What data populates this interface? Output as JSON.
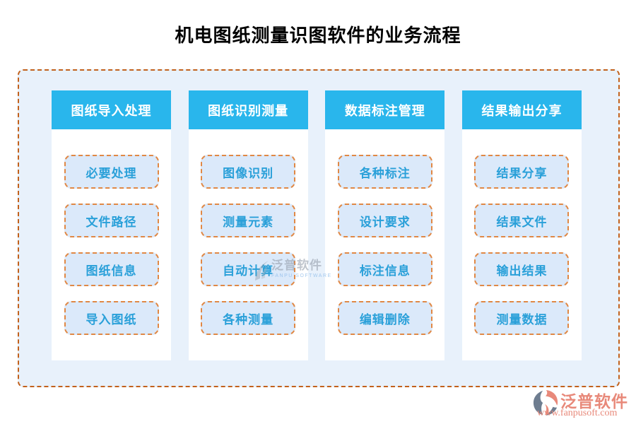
{
  "title": "机电图纸测量识图软件的业务流程",
  "columns": [
    {
      "header": "图纸导入处理",
      "items": [
        "必要处理",
        "文件路径",
        "图纸信息",
        "导入图纸"
      ]
    },
    {
      "header": "图纸识别测量",
      "items": [
        "图像识别",
        "测量元素",
        "自动计算",
        "各种测量"
      ]
    },
    {
      "header": "数据标注管理",
      "items": [
        "各种标注",
        "设计要求",
        "标注信息",
        "编辑删除"
      ]
    },
    {
      "header": "结果输出分享",
      "items": [
        "结果分享",
        "结果文件",
        "输出结果",
        "测量数据"
      ]
    }
  ],
  "watermark": {
    "name": "泛普软件",
    "subtext": "FANPU SOFTWARE"
  },
  "brand": {
    "name": "泛普软件",
    "url": "www.fanpusoft.com"
  },
  "colors": {
    "header_blue": "#29b6ec",
    "item_text_blue": "#2aa0d9",
    "item_bg": "#dbe9fa",
    "item_border_orange": "#e08845",
    "container_border_orange": "#c2611c",
    "container_bg": "#e8f1fb",
    "brand_salmon": "#e8897a",
    "title_black": "#000000"
  }
}
